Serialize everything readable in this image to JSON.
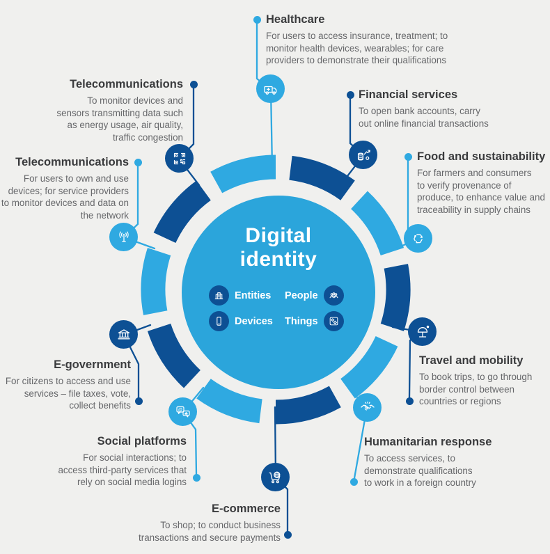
{
  "background_color": "#f0f0ee",
  "colors": {
    "light_blue": "#2fa9e1",
    "dark_blue": "#0d5094",
    "center_circle_blue": "#2ba5db",
    "title_text": "#3a3b3d",
    "body_text": "#66676a"
  },
  "center": {
    "title": "Digital\nidentity",
    "legend": [
      {
        "label": "Entities",
        "icon": "building-icon"
      },
      {
        "label": "People",
        "icon": "people-icon"
      },
      {
        "label": "Devices",
        "icon": "phone-icon"
      },
      {
        "label": "Things",
        "icon": "things-icon"
      }
    ]
  },
  "sections": [
    {
      "id": "healthcare",
      "title": "Healthcare",
      "icon": "ambulance-icon",
      "accent": "light",
      "description": "For users to access insurance, treatment; to\nmonitor health devices, wearables; for care\nproviders to demonstrate their qualifications"
    },
    {
      "id": "financial-services",
      "title": "Financial services",
      "icon": "coins-chart-icon",
      "accent": "dark",
      "description": "To open bank accounts, carry\nout online financial transactions"
    },
    {
      "id": "food-and-sustainability",
      "title": "Food and sustainability",
      "icon": "recycle-icon",
      "accent": "light",
      "description": "For farmers and consumers\nto verify provenance of\nproduce, to enhance value and\ntraceability in supply chains"
    },
    {
      "id": "travel-and-mobility",
      "title": "Travel and mobility",
      "icon": "beach-umbrella-icon",
      "accent": "dark",
      "description": "To book trips, to go through\nborder control between\ncountries or regions"
    },
    {
      "id": "humanitarian-response",
      "title": "Humanitarian response",
      "icon": "handshake-icon",
      "accent": "light",
      "description": "To access services, to\ndemonstrate qualifications\nto work in a foreign country"
    },
    {
      "id": "e-commerce",
      "title": "E-commerce",
      "icon": "cart-globe-icon",
      "accent": "dark",
      "description": "To shop; to conduct business\ntransactions and secure payments"
    },
    {
      "id": "social-platforms",
      "title": "Social platforms",
      "icon": "social-bubbles-icon",
      "accent": "light",
      "description": "For social interactions; to\naccess third-party services that\nrely on social media logins"
    },
    {
      "id": "e-government",
      "title": "E-government",
      "icon": "bank-building-icon",
      "accent": "dark",
      "description": "For citizens to access and use\nservices – file taxes, vote,\ncollect benefits"
    },
    {
      "id": "telecommunications-users",
      "title": "Telecommunications",
      "icon": "antenna-icon",
      "accent": "light",
      "description": "For users to own and use\ndevices; for service providers\nto monitor devices and data on\nthe network"
    },
    {
      "id": "telecommunications-monitor",
      "title": "Telecommunications",
      "icon": "qr-code-icon",
      "accent": "dark",
      "description": "To monitor devices and\nsensors transmitting data such\nas energy usage, air quality,\ntraffic congestion"
    }
  ]
}
